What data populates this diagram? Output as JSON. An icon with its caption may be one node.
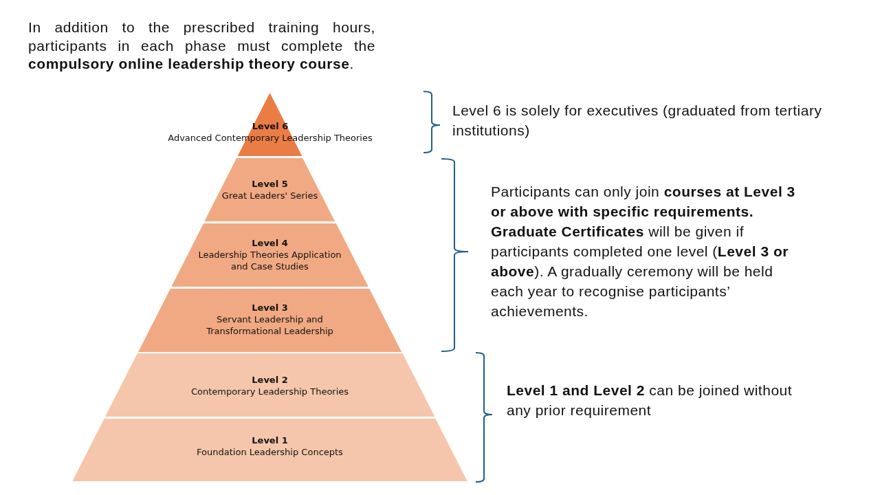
{
  "diagram": {
    "nodes": [
      {
        "text": [
          "Level 6",
          "Advanced Contemporary Leadership Theories"
        ]
      },
      {
        "text": [
          "Level 5",
          "Great Leaders' Series"
        ]
      },
      {
        "text": [
          "Level 4",
          "Leadership Theories Application and Case Studies"
        ]
      },
      {
        "text": [
          "Level 3",
          "Servant Leadership and Transformational Leadership"
        ]
      },
      {
        "text": [
          "Level 2",
          "Contemporary Leadership Theories"
        ]
      },
      {
        "text": [
          "Level 1",
          "Foundation Leadership Concepts"
        ]
      }
    ],
    "labels": [
      "In addition to the prescribed training hours, participants in each phase must complete the **compulsory online leadership theory course**.",
      "Level 6 is solely for executives (graduated from tertiary institutions)",
      "Participants can only join **courses at Level 3 or above with specific requirements. Graduate Certificates** will be given if participants completed one level (**Level 3 or above**). A gradually ceremony will be held each year to recognise participants’ achievements.",
      "**Level 1 and Level 2** can be joined without any prior requirement"
    ]
  }
}
